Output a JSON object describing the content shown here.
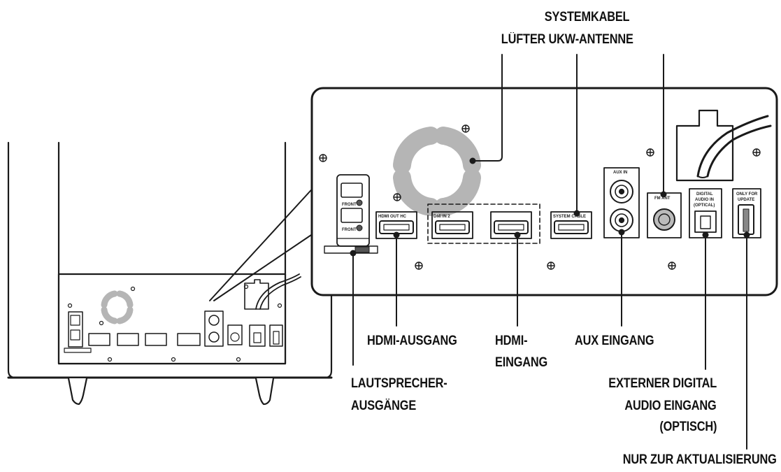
{
  "labels": {
    "systemkabel": "SYSTEMKABEL",
    "luefter_ukw": "LÜFTER UKW-ANTENNE",
    "hdmi_ausgang": "HDMI-AUSGANG",
    "hdmi_eingang_1": "HDMI-",
    "hdmi_eingang_2": "EINGANG",
    "aux_eingang": "AUX EINGANG",
    "lautsprecher_1": "LAUTSPRECHER-",
    "lautsprecher_2": "AUSGÄNGE",
    "extern_1": "EXTERNER DIGITAL",
    "extern_2": "AUDIO EINGANG",
    "extern_3": "(OPTISCH)",
    "update": "NUR ZUR AKTUALISIERUNG"
  },
  "panel_text": {
    "front_top": "FRONT",
    "front_bottom": "FRONT",
    "hdmi_out": "HDMI OUT HC",
    "hdmi_in": "DMI IN 2",
    "system_cable": "SYSTEM CABLE",
    "aux_in": "AUX IN",
    "fm_ant": "FM ANT",
    "digital_1": "DIGITAL",
    "digital_2": "AUDIO IN",
    "digital_3": "(OPTICAL)",
    "update_1": "ONLY FOR",
    "update_2": "UPDATE"
  },
  "colors": {
    "line": "#1a1a1a",
    "fan": "#b5b5b5",
    "panel_fill": "#ffffff"
  }
}
